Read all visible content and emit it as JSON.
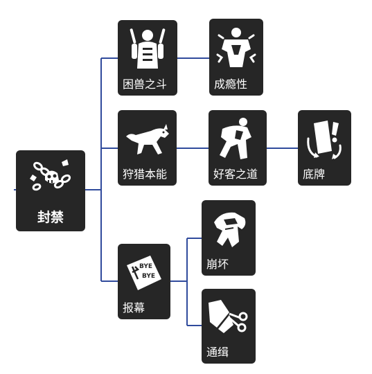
{
  "colors": {
    "connector": "#2f4a9c",
    "card_bg": "#262626",
    "icon": "#ffffff"
  },
  "root": {
    "label": "封禁",
    "icon": "chains-skull-icon"
  },
  "branches": [
    {
      "label": "困兽之斗",
      "icon": "chained-arms-icon",
      "children": [
        {
          "label": "成瘾性",
          "icon": "shaking-figure-icon"
        }
      ]
    },
    {
      "label": "狩猎本能",
      "icon": "running-beast-icon",
      "children": [
        {
          "label": "好客之道",
          "icon": "cloaked-runner-icon",
          "children": [
            {
              "label": "底牌",
              "icon": "card-flip-icon"
            }
          ]
        }
      ]
    },
    {
      "label": "报幕",
      "icon": "bye-sign-icon",
      "children": [
        {
          "label": "崩坏",
          "icon": "collapsing-figure-icon"
        },
        {
          "label": "通缉",
          "icon": "cut-poster-icon"
        }
      ]
    }
  ]
}
